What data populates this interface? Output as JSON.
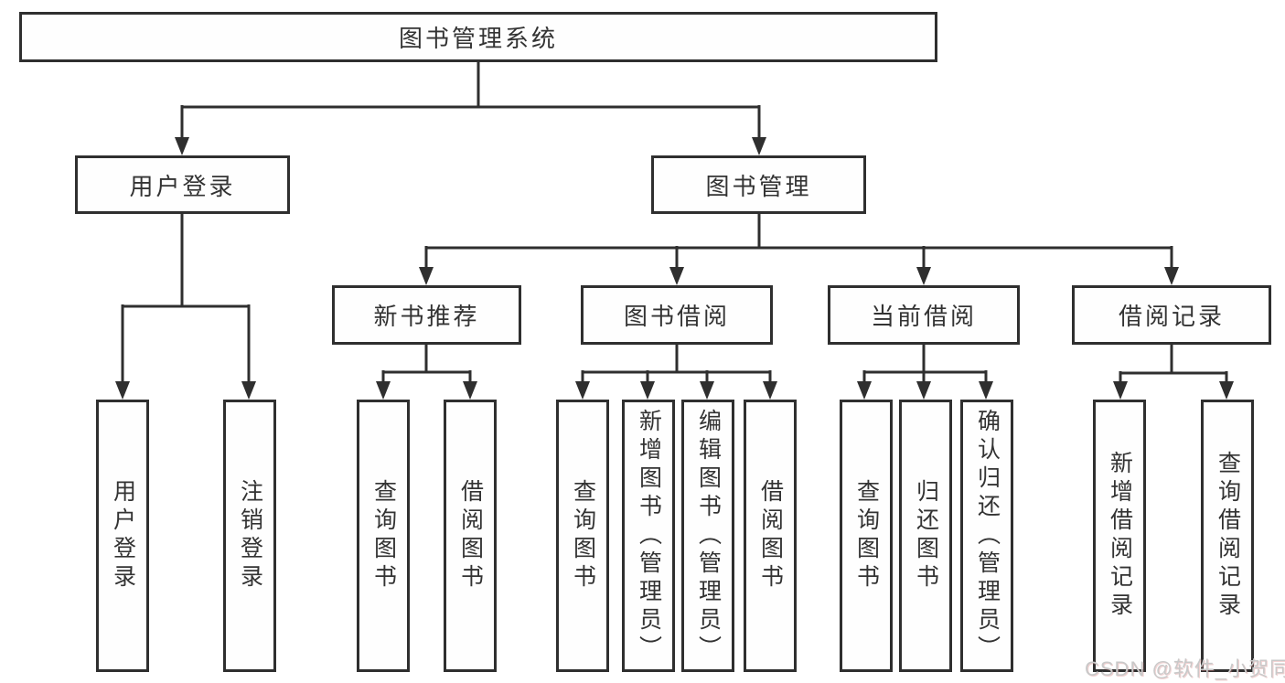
{
  "diagram": {
    "type": "tree",
    "tree": {
      "label": "图书管理系统",
      "children": [
        {
          "label": "用户登录",
          "children": [
            {
              "label": "用户登录"
            },
            {
              "label": "注销登录"
            }
          ]
        },
        {
          "label": "图书管理",
          "children": [
            {
              "label": "新书推荐",
              "children": [
                {
                  "label": "查询图书"
                },
                {
                  "label": "借阅图书"
                }
              ]
            },
            {
              "label": "图书借阅",
              "children": [
                {
                  "label": "查询图书"
                },
                {
                  "label": "新增图书（管理员）"
                },
                {
                  "label": "编辑图书（管理员）"
                },
                {
                  "label": "借阅图书"
                }
              ]
            },
            {
              "label": "当前借阅",
              "children": [
                {
                  "label": "查询图书"
                },
                {
                  "label": "归还图书"
                },
                {
                  "label": "确认归还（管理员）"
                }
              ]
            },
            {
              "label": "借阅记录",
              "children": [
                {
                  "label": "新增借阅记录"
                },
                {
                  "label": "查询借阅记录"
                }
              ]
            }
          ]
        }
      ]
    }
  },
  "watermark": {
    "text": "CSDN @软件_小贺同学"
  },
  "colors": {
    "line": "#2f2f2f",
    "box_border": "#2f2f2f",
    "text": "#333333",
    "background": "#ffffff",
    "watermark": "#c9c9c9"
  }
}
